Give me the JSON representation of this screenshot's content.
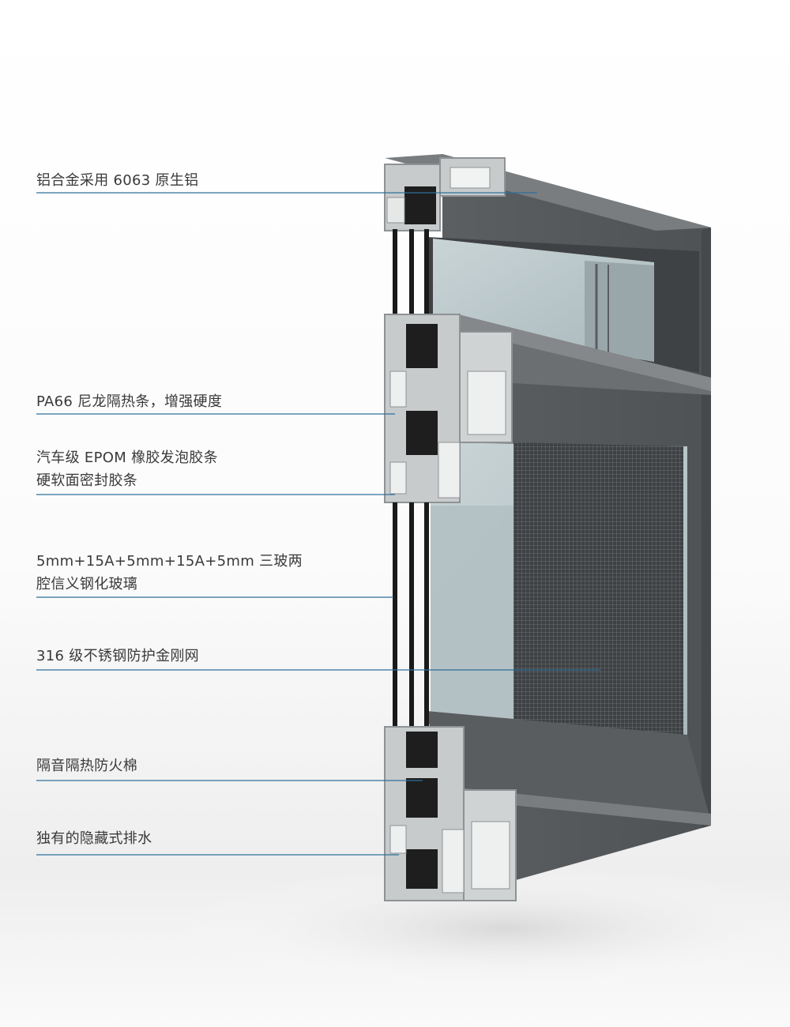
{
  "colors": {
    "frame_dark": "#55585b",
    "frame_mid": "#6a6d70",
    "frame_light": "#7d8083",
    "section_metal": "#c8cbcc",
    "gasket_black": "#1d1d1d",
    "glass": "#b9c6c9",
    "leader_line": "#2f6f9a",
    "text": "#3a3a3a"
  },
  "callouts": [
    {
      "id": "aluminium",
      "lines": [
        "铝合金采用 6063 原生铝"
      ]
    },
    {
      "id": "pa66",
      "lines": [
        "PA66 尼龙隔热条，增强硬度"
      ]
    },
    {
      "id": "epom",
      "lines": [
        "汽车级 EPOM 橡胶发泡胶条",
        "硬软面密封胶条"
      ]
    },
    {
      "id": "glass",
      "lines": [
        "5mm+15A+5mm+15A+5mm 三玻两",
        "腔信义钢化玻璃"
      ]
    },
    {
      "id": "mesh",
      "lines": [
        "316 级不锈钢防护金刚网"
      ]
    },
    {
      "id": "insulation",
      "lines": [
        "隔音隔热防火棉"
      ]
    },
    {
      "id": "drainage",
      "lines": [
        "独有的隐藏式排水"
      ]
    }
  ]
}
